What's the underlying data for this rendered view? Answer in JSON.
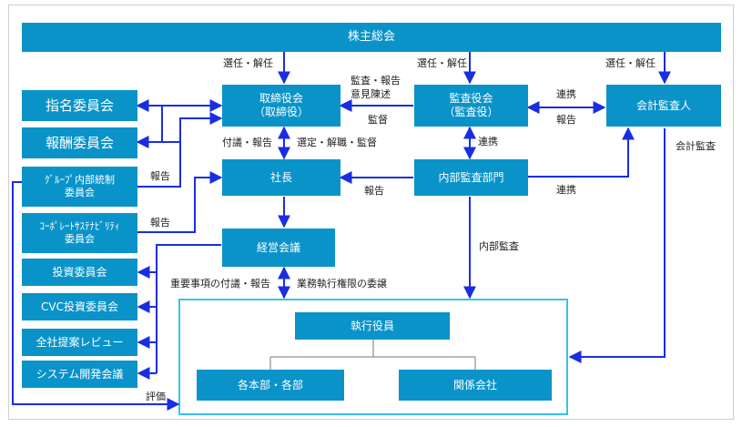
{
  "colors": {
    "box": "#0a93c9",
    "arrow": "#1a2ee0",
    "frame": "#38c1ef"
  },
  "nodes": {
    "shareholders": "株主総会",
    "board_l1": "取締役会",
    "board_l2": "（取締役）",
    "auditors_l1": "監査役会",
    "auditors_l2": "（監査役）",
    "accounting_auditor": "会計監査人",
    "nomination": "指名委員会",
    "compensation": "報酬委員会",
    "group_l1": "ｸﾞﾙｰﾌﾟ内部統制",
    "group_l2": "委員会",
    "sustain_l1": "ｺｰﾎﾟﾚｰﾄｻｽﾃﾅﾋﾞﾘﾃｨ",
    "sustain_l2": "委員会",
    "president": "社長",
    "internal_audit": "内部監査部門",
    "management_meeting": "経営会議",
    "investment": "投資委員会",
    "cvc": "CVC投資委員会",
    "proposal_review": "全社提案レビュー",
    "system_dev": "システム開発会議",
    "executive_officers": "執行役員",
    "divisions": "各本部・各部",
    "affiliates": "関係会社"
  },
  "labels": {
    "elect1": "選任・解任",
    "elect2": "選任・解任",
    "elect3": "選任・解任",
    "audit_report_l1": "監査・報告",
    "audit_report_l2": "意見陳述",
    "supervise": "監督",
    "coordinate1": "連携",
    "report_acc": "報告",
    "coordinate2": "連携",
    "coordinate3": "連携",
    "accounting_audit": "会計監査",
    "proposal_report": "付議・報告",
    "appoint_supervise": "選定・解職・監督",
    "report_group": "報告",
    "report_sustain": "報告",
    "report_internal": "報告",
    "internal_audit_label": "内部監査",
    "important_matters": "重要事項の付議・報告",
    "delegation": "業務執行権限の委譲",
    "evaluation": "評価"
  }
}
